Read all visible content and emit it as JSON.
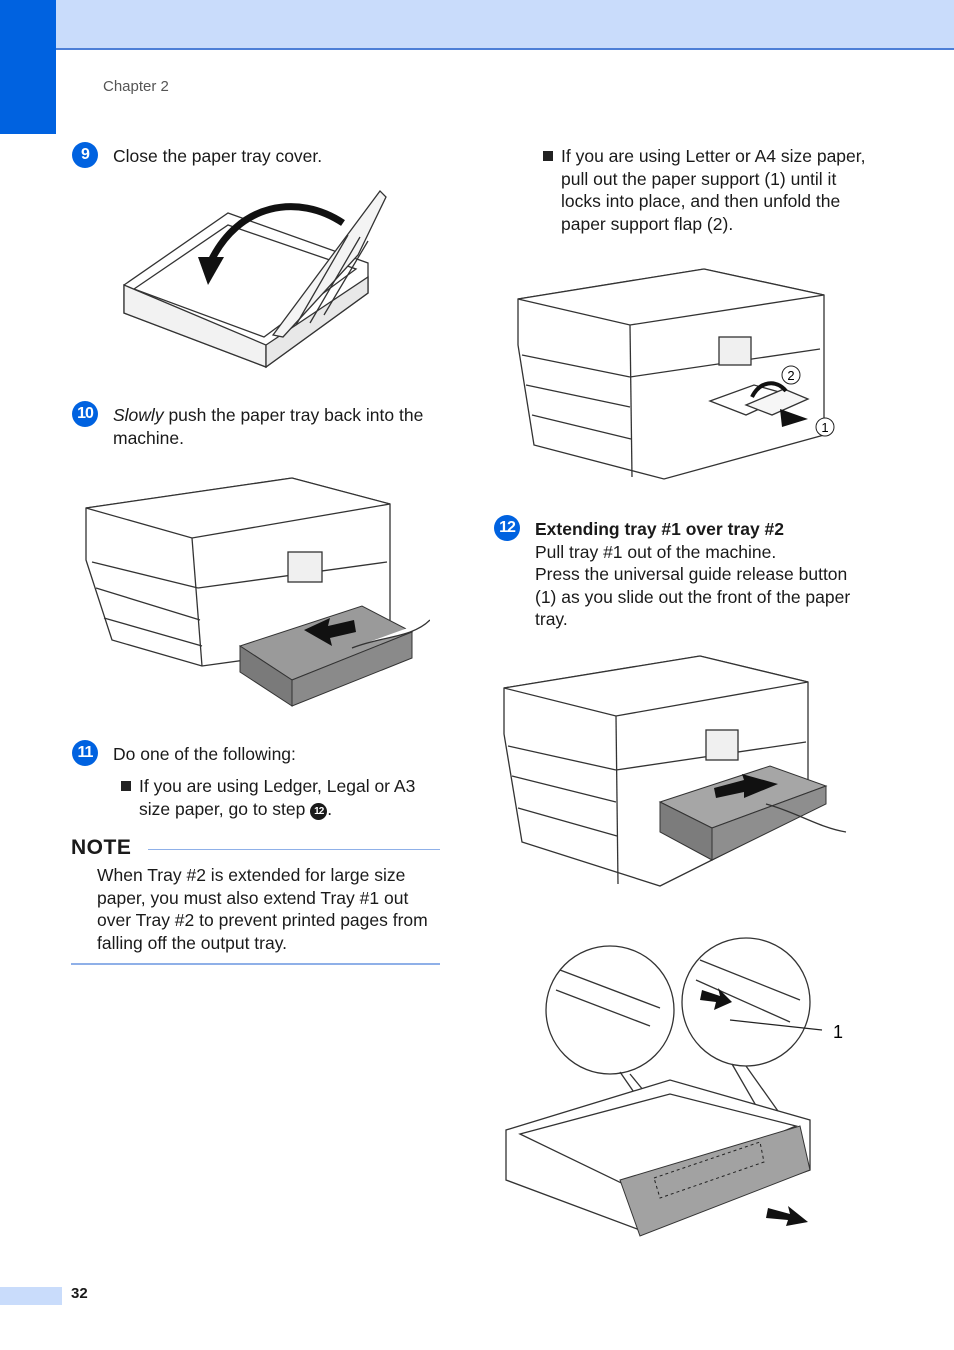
{
  "header": {
    "chapter": "Chapter 2"
  },
  "colors": {
    "accent": "#0062e0",
    "header_band": "#c9dcfb",
    "rule": "#8fb0e8"
  },
  "steps": {
    "s9": {
      "num": "9",
      "text": "Close the paper tray cover."
    },
    "s10": {
      "num": "10",
      "emph": "Slowly",
      "text": " push the paper tray back into the machine."
    },
    "s11": {
      "num": "11",
      "text": "Do one of the following:",
      "bullet_text": "If you are using Ledger, Legal or A3 size paper, go to step ",
      "bullet_ref": "12",
      "bullet_end": "."
    },
    "s11b": {
      "bullet_text": "If you are using Letter or A4 size paper, pull out the paper support (1) until it locks into place, and then unfold the paper support flap (2)."
    },
    "s12": {
      "num": "12",
      "title": "Extending tray #1 over tray #2",
      "line1": "Pull tray #1 out of the machine.",
      "line2": "Press the universal guide release button (1) as you slide out the front of the paper tray."
    }
  },
  "note": {
    "title": "NOTE",
    "text": "When Tray #2 is extended for large size paper, you must also extend Tray #1 out over Tray #2 to prevent printed pages from falling off the output tray."
  },
  "illustrations": {
    "support_callout_1": "1",
    "support_callout_2": "2",
    "guide_callout_1": "1"
  },
  "footer": {
    "page_number": "32"
  }
}
